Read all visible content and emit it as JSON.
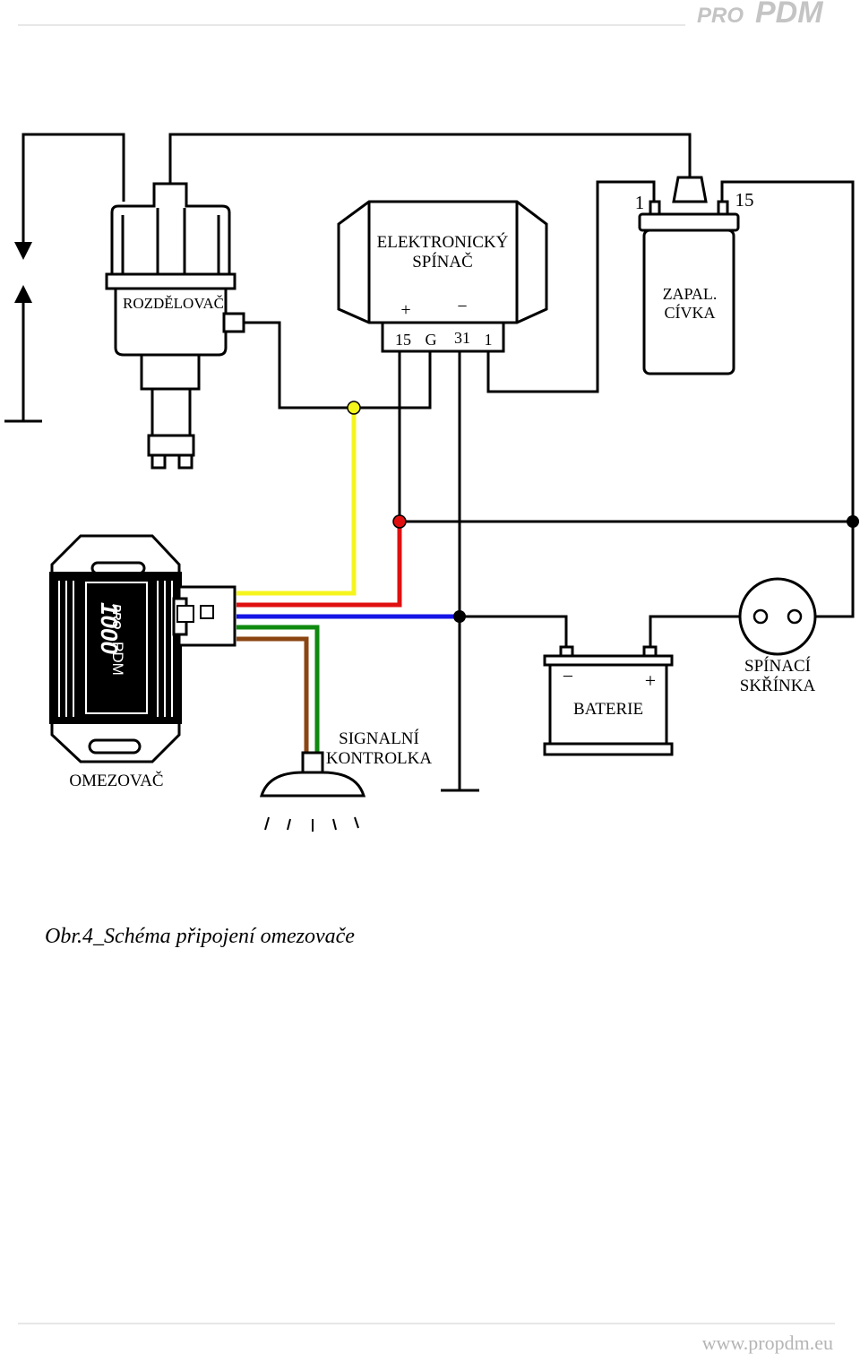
{
  "header": {
    "logo_pro": "PRO",
    "logo_pdm": "PDM"
  },
  "diagram": {
    "distributor": "ROZDĚLOVAČ",
    "electronic_switch_line1": "ELEKTRONICKÝ",
    "electronic_switch_line2": "SPÍNAČ",
    "switch_plus": "+",
    "switch_minus": "−",
    "terminal_15": "15",
    "terminal_g": "G",
    "terminal_31": "31",
    "terminal_1": "1",
    "coil_terminal_1": "1",
    "coil_terminal_15": "15",
    "coil_line1": "ZAPAL.",
    "coil_line2": "CÍVKA",
    "limiter": "OMEZOVAČ",
    "limiter_brand_pro": "PRO",
    "limiter_brand_pdm": "PDM",
    "limiter_model": "1000",
    "lamp_line1": "SIGNALNÍ",
    "lamp_line2": "KONTROLKA",
    "battery": "BATERIE",
    "battery_minus": "−",
    "battery_plus": "+",
    "ignition_switch_line1": "SPÍNACÍ",
    "ignition_switch_line2": "SKŘÍNKA",
    "wire_colors": {
      "yellow": "#f5f51e",
      "red": "#e01010",
      "blue": "#1414e6",
      "green": "#0f8a0f",
      "brown": "#8b4513"
    }
  },
  "caption": "Obr.4_Schéma připojení omezovače",
  "footer": {
    "url": "www.propdm.eu"
  }
}
